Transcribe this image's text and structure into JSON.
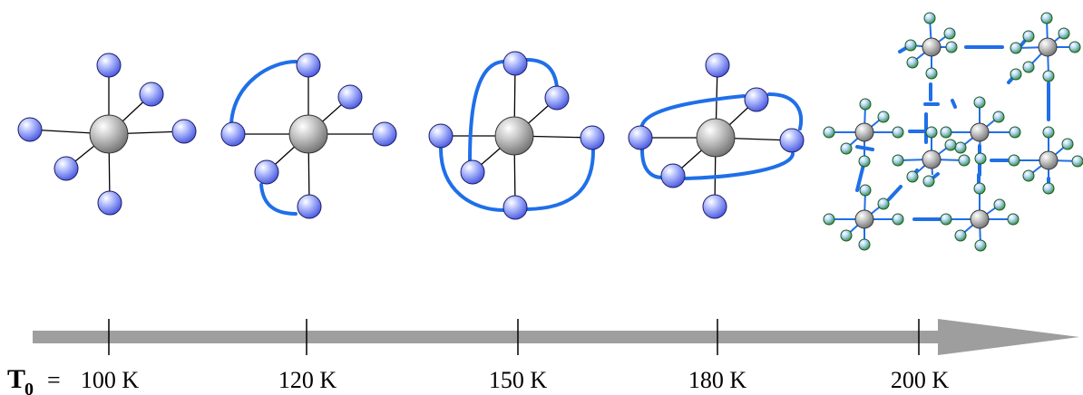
{
  "timeline": {
    "symbol": "T",
    "subscript": "0",
    "equals": "=",
    "ticks": [
      "100 K",
      "120 K",
      "150 K",
      "180 K",
      "200 K"
    ]
  },
  "colors": {
    "bond": "#1f6fe8",
    "arrow": "#9e9e9e",
    "atom_blue": "#5566ee",
    "atom_center": "#8a8a8a",
    "atom_small": "#2a8a3a"
  }
}
